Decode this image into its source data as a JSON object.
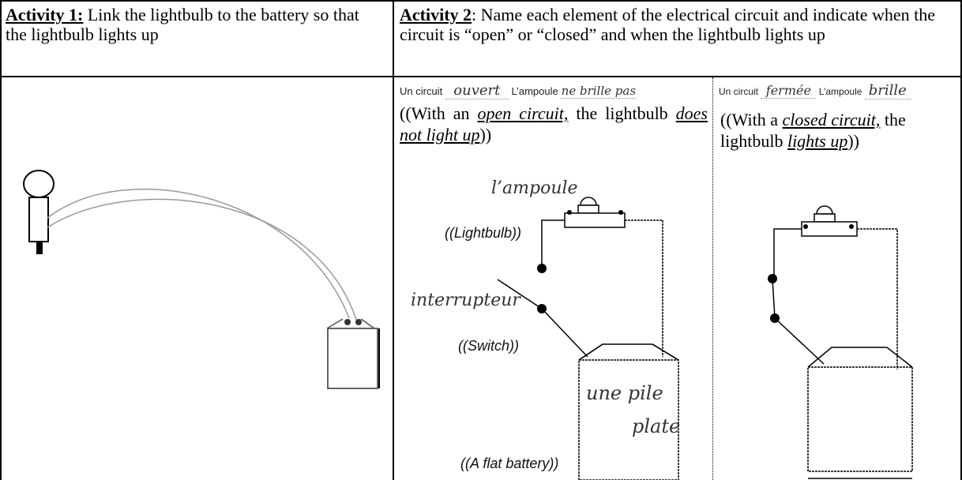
{
  "activity1": {
    "label": "Activity 1:",
    "text": " Link the lightbulb to the battery so that the lightbulb lights up"
  },
  "activity2": {
    "label": "Activity 2",
    "text": ": Name each element of the electrical circuit and indicate when the circuit is “open” or “closed” and when the lightbulb lights up"
  },
  "open_panel": {
    "prefix": "Un circuit",
    "circuit_word": "ouvert",
    "middle": "L’ampoule",
    "bulb_state": "ne brille pas",
    "caption_a": "((With an ",
    "caption_em1": "open circuit,",
    "caption_b": " the lightbulb ",
    "caption_em2": "does not light up",
    "caption_c": "))",
    "bulb_hand": "l’ampoule",
    "bulb_trans": "((Lightbulb))",
    "switch_hand": "interrupteur",
    "switch_trans": "((Switch))",
    "battery_hand_1": "une pile",
    "battery_hand_2": "plate",
    "battery_trans": "((A flat battery))"
  },
  "closed_panel": {
    "prefix": "Un circuit",
    "circuit_word": "fermée",
    "middle": "L’ampoule",
    "bulb_state": "brille",
    "caption_a": "((With a ",
    "caption_em1": "closed circuit,",
    "caption_b": " the lightbulb ",
    "caption_em2": "lights up",
    "caption_c": "))"
  }
}
